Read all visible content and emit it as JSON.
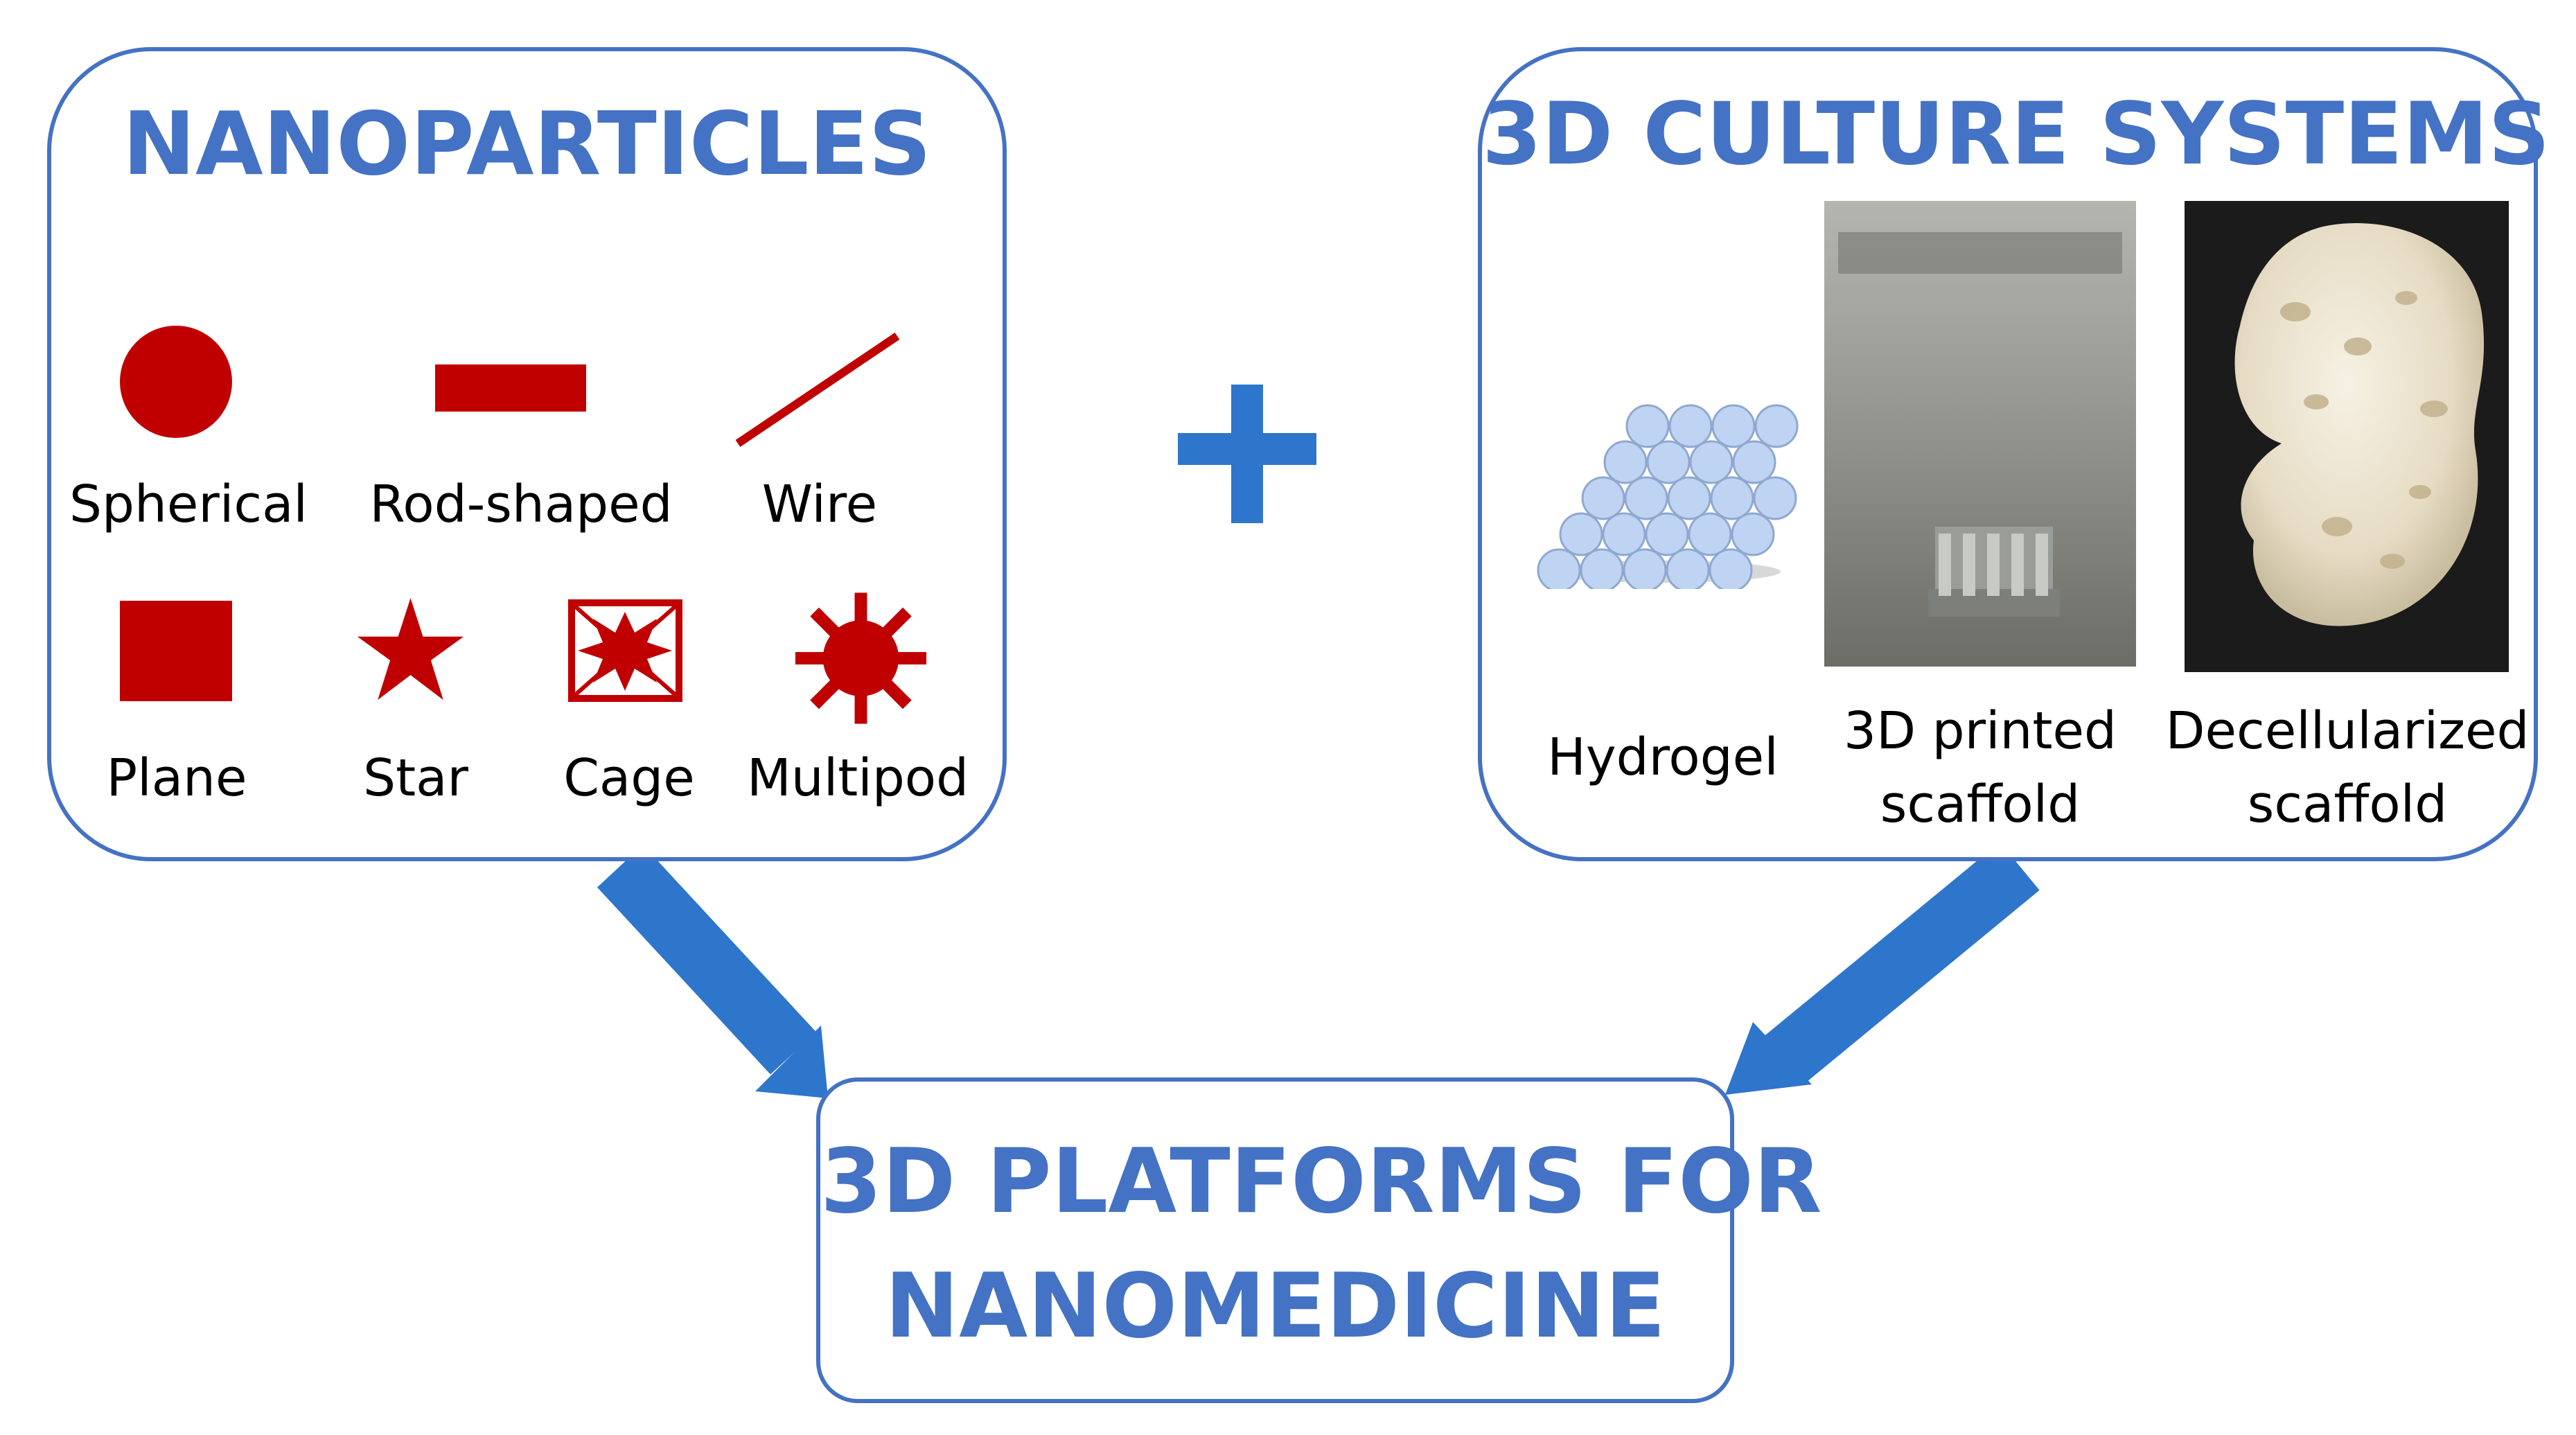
{
  "colors": {
    "accent": "#4472C4",
    "arrow": "#2E75CC",
    "shape": "#C00000",
    "hydrogel": "#BFD3F2"
  },
  "nanoparticles": {
    "title": "NANOPARTICLES",
    "items": [
      {
        "label": "Spherical",
        "icon": "sphere-icon"
      },
      {
        "label": "Rod-shaped",
        "icon": "rod-icon"
      },
      {
        "label": "Wire",
        "icon": "wire-icon"
      },
      {
        "label": "Plane",
        "icon": "plane-icon"
      },
      {
        "label": "Star",
        "icon": "star-icon"
      },
      {
        "label": "Cage",
        "icon": "cage-icon"
      },
      {
        "label": "Multipod",
        "icon": "multipod-icon"
      }
    ]
  },
  "plus_symbol": "+",
  "culture": {
    "title": "3D CULTURE SYSTEMS",
    "items": [
      {
        "label": "Hydrogel",
        "icon": "hydrogel-icon"
      },
      {
        "label_line1": "3D printed",
        "label_line2": "scaffold",
        "icon": "printed-scaffold-photo"
      },
      {
        "label_line1": "Decellularized",
        "label_line2": "scaffold",
        "icon": "decellularized-scaffold-photo"
      }
    ]
  },
  "platform": {
    "line1": "3D PLATFORMS FOR",
    "line2": "NANOMEDICINE"
  }
}
